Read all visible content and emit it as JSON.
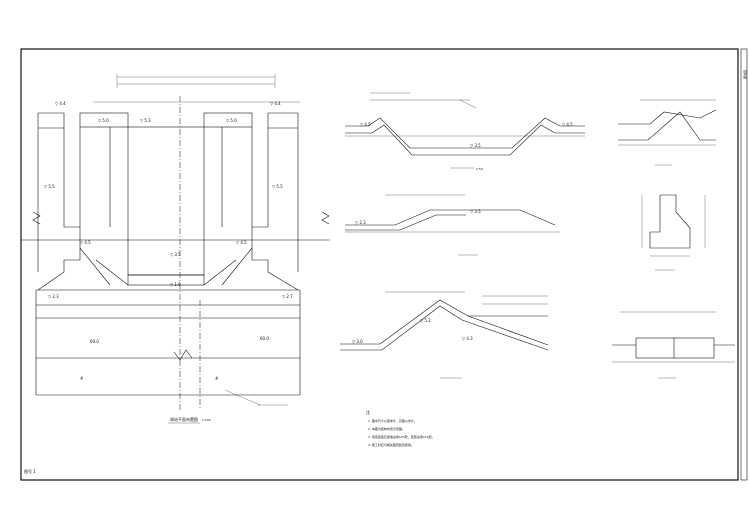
{
  "plan": {
    "left_top_elev": "▽ 4.4",
    "right_top_elev": "▽ 4.4",
    "inner_left_elev": "▽ 5.0",
    "center_elev": "▽ 5.3",
    "inner_right_elev": "▽ 5.0",
    "left_mid_elev": "▽ 5.5",
    "right_mid_elev": "▽ 5.5",
    "left_gate_elev": "▽ 4.5",
    "right_gate_elev": "▽ 4.5",
    "center_gate_elev": "▽ 3.5",
    "left_low_elev": "▽ 2.3",
    "right_low_elev": "▽ 2.7",
    "center_low_elev": "▽ 1.6",
    "field_left": "60.0",
    "field_right": "60.0",
    "mark_left": "#",
    "mark_right": "#",
    "caption": "闸站平面布置图",
    "scale": "1:100"
  },
  "notes": {
    "heading": "注",
    "items": [
      "1. 图中尺寸以毫米计，高程以米计。",
      "2. 本图为结构布置示意图。",
      "3. 闸室底板及翼墙采用C25砼，垫层采用C15砼。",
      "4. 施工时应与相关图纸配合使用。"
    ]
  },
  "sections": {
    "scale_label": "1:50",
    "section_a_elev_left": "▽ 4.5",
    "section_a_elev_right": "▽ 4.5",
    "section_a_mid": "▽ 3.5",
    "section_b_left": "▽ 2.3",
    "section_b_right": "▽ 3.5",
    "section_c_left": "▽ 3.0",
    "section_c_right": "▽ 4.3",
    "section_c_crest": "▽ 5.2"
  },
  "page_number": "图号 1",
  "side_label": "结构图"
}
